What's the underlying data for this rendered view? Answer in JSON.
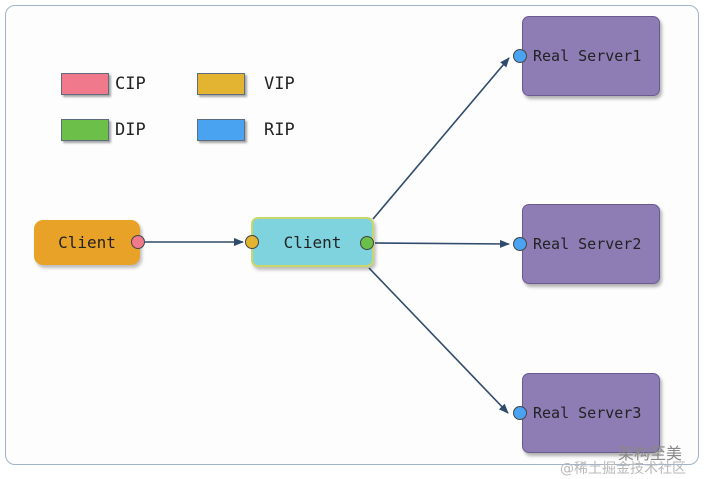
{
  "legend": [
    {
      "label": "CIP",
      "color": "#f07a8c"
    },
    {
      "label": "VIP",
      "color": "#e2b431"
    },
    {
      "label": "DIP",
      "color": "#6cc04a"
    },
    {
      "label": "RIP",
      "color": "#4aa3f0"
    }
  ],
  "nodes": {
    "client": {
      "label": "Client",
      "color": "#e8a227"
    },
    "director": {
      "label": "Client",
      "color": "#7fd3df"
    },
    "servers": [
      {
        "label": "Real Server1"
      },
      {
        "label": "Real Server2"
      },
      {
        "label": "Real Server3"
      }
    ],
    "server_color": "#8e7cb5"
  },
  "watermark": {
    "main": "架构至美",
    "sub": "@稀土掘金技术社区"
  }
}
